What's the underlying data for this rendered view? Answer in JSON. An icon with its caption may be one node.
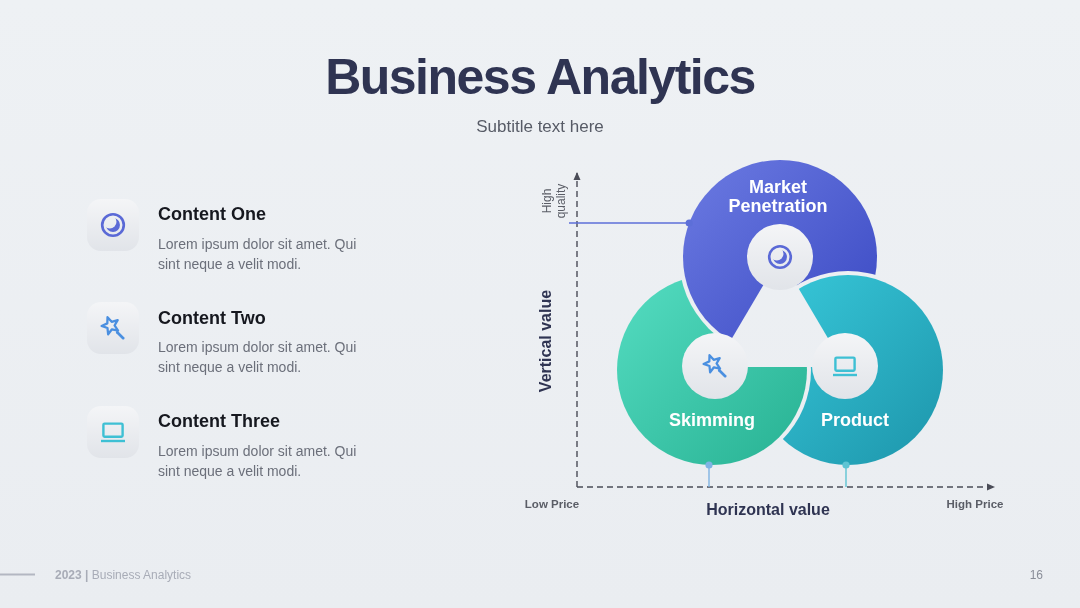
{
  "diagram": {
    "title": "Business Analytics",
    "nodes": [
      {
        "text": [
          "High quality"
        ]
      },
      {
        "text": [
          "Market Penetration"
        ]
      },
      {
        "text": [
          "Skimming"
        ]
      },
      {
        "text": [
          "Product"
        ]
      }
    ],
    "edges": [
      {
        "from": 0,
        "to": 1,
        "arrow": "other",
        "color": "#5d6fd8"
      },
      {
        "from": 2,
        "to": null,
        "arrow": "other",
        "color": "#7fb3e3"
      },
      {
        "from": 3,
        "to": null,
        "arrow": "other",
        "color": "#5fc4d3"
      }
    ],
    "labels": [
      "Subtitle text here",
      "Content One",
      "Lorem ipsum dolor sit amet. Qui sint neque a velit modi.",
      "Content Two",
      "Lorem ipsum dolor sit amet. Qui sint neque a velit modi.",
      "Content Three",
      "Lorem ipsum dolor sit amet. Qui sint neque a velit modi.",
      "Vertical value",
      "Low Price",
      "Horizontal value",
      "High Price",
      "**2023 |** Business Analytics",
      "16"
    ]
  }
}
